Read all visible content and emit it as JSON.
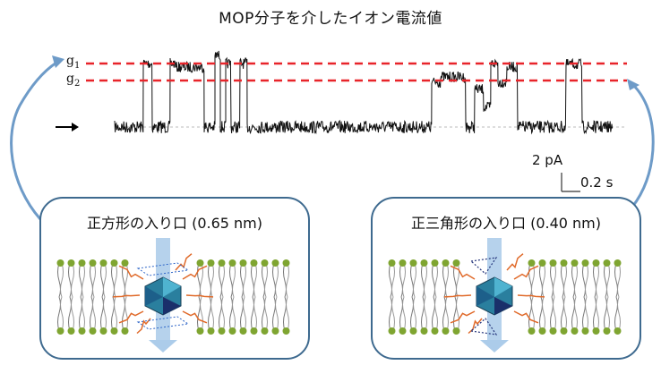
{
  "title": "MOP分子を介したイオン電流値",
  "levels": {
    "g1": {
      "letter": "g",
      "index": "1",
      "color": "#e8242a"
    },
    "g2": {
      "letter": "g",
      "index": "2",
      "color": "#e8242a"
    }
  },
  "scale_bar": {
    "current": "2 pA",
    "time": "0.2 s"
  },
  "panels": [
    {
      "title": "正方形の入り口 (0.65 nm)",
      "pore_shape": "square"
    },
    {
      "title": "正三角形の入り口 (0.40 nm)",
      "pore_shape": "triangle"
    }
  ],
  "colors": {
    "trace": "#111111",
    "panel_border": "#3e6a8f",
    "arrow": "#6e9bc8",
    "lipid_head": "#7fa531",
    "chain": "#e06a2a",
    "pore_arrow": "#9dc3e6",
    "molecule": "#2a7f9e"
  }
}
